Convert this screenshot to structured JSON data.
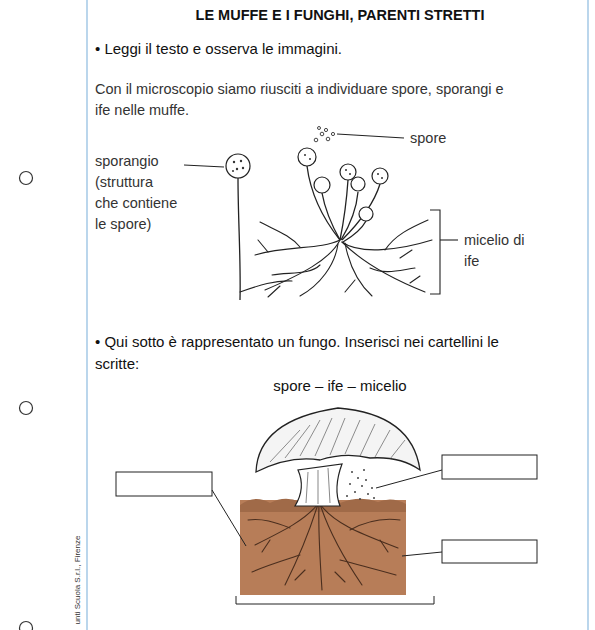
{
  "diagram": {
    "title": "LE MUFFE E I FUNGHI, PARENTI STRETTI",
    "labels": [
      "• Leggi il testo e osserva le immagini.",
      "Con il microscopio siamo riusciti a individuare spore, sporangi e ife nelle muffe.",
      "spore",
      "sporangio (struttura che contiene le spore)",
      "micelio di ife",
      "• Qui sotto è rappresentato un fungo. Inserisci nei cartellini le scritte:",
      "spore – ife – micelio",
      "unti Scuola S.r.l., Firenze"
    ]
  }
}
